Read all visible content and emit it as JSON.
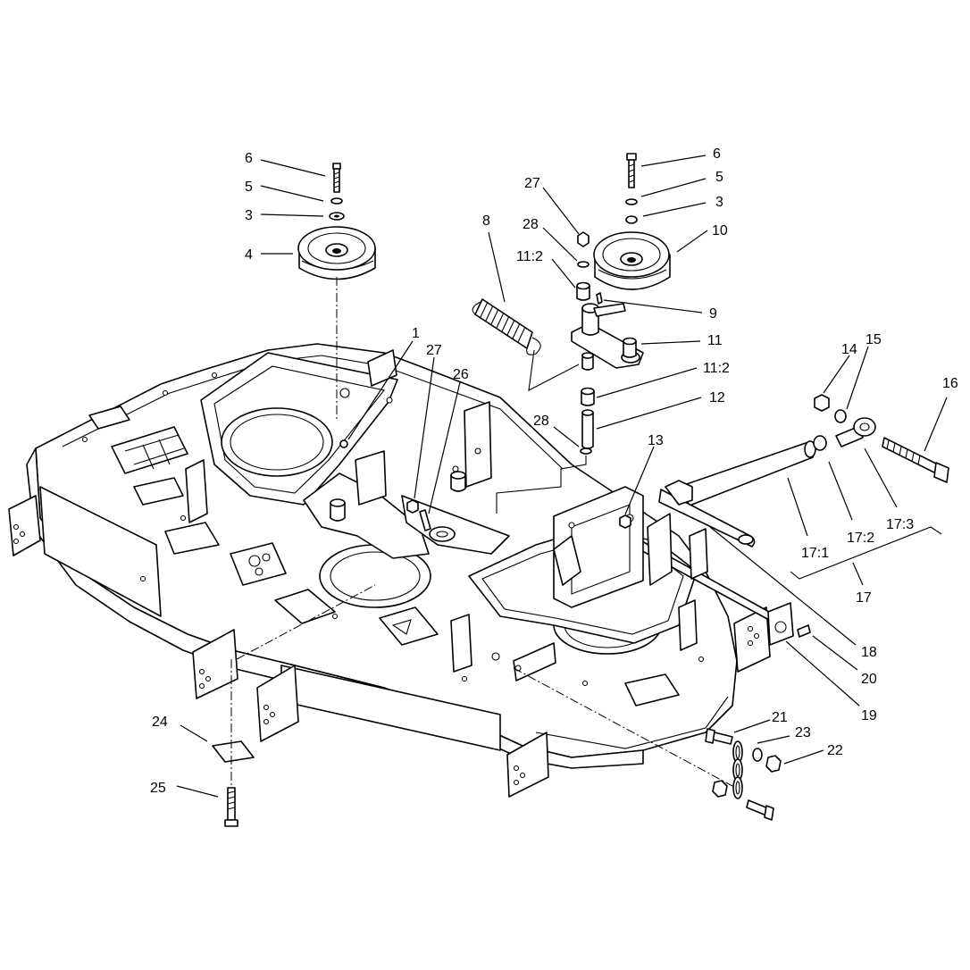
{
  "diagram": {
    "callouts": [
      {
        "id": "c-6-left",
        "label": "6"
      },
      {
        "id": "c-5-left",
        "label": "5"
      },
      {
        "id": "c-3-left",
        "label": "3"
      },
      {
        "id": "c-4",
        "label": "4"
      },
      {
        "id": "c-27-top",
        "label": "27"
      },
      {
        "id": "c-28-top",
        "label": "28"
      },
      {
        "id": "c-11-2-top",
        "label": "11:2"
      },
      {
        "id": "c-8",
        "label": "8"
      },
      {
        "id": "c-6-right",
        "label": "6"
      },
      {
        "id": "c-5-right",
        "label": "5"
      },
      {
        "id": "c-3-right",
        "label": "3"
      },
      {
        "id": "c-10",
        "label": "10"
      },
      {
        "id": "c-9",
        "label": "9"
      },
      {
        "id": "c-11",
        "label": "11"
      },
      {
        "id": "c-11-2-mid",
        "label": "11:2"
      },
      {
        "id": "c-12",
        "label": "12"
      },
      {
        "id": "c-28-mid",
        "label": "28"
      },
      {
        "id": "c-1",
        "label": "1"
      },
      {
        "id": "c-27-mid",
        "label": "27"
      },
      {
        "id": "c-26",
        "label": "26"
      },
      {
        "id": "c-14",
        "label": "14"
      },
      {
        "id": "c-15",
        "label": "15"
      },
      {
        "id": "c-16",
        "label": "16"
      },
      {
        "id": "c-13",
        "label": "13"
      },
      {
        "id": "c-17-1",
        "label": "17:1"
      },
      {
        "id": "c-17-2",
        "label": "17:2"
      },
      {
        "id": "c-17-3",
        "label": "17:3"
      },
      {
        "id": "c-17",
        "label": "17"
      },
      {
        "id": "c-18",
        "label": "18"
      },
      {
        "id": "c-20",
        "label": "20"
      },
      {
        "id": "c-19",
        "label": "19"
      },
      {
        "id": "c-21",
        "label": "21"
      },
      {
        "id": "c-23",
        "label": "23"
      },
      {
        "id": "c-22",
        "label": "22"
      },
      {
        "id": "c-24",
        "label": "24"
      },
      {
        "id": "c-25",
        "label": "25"
      }
    ]
  }
}
